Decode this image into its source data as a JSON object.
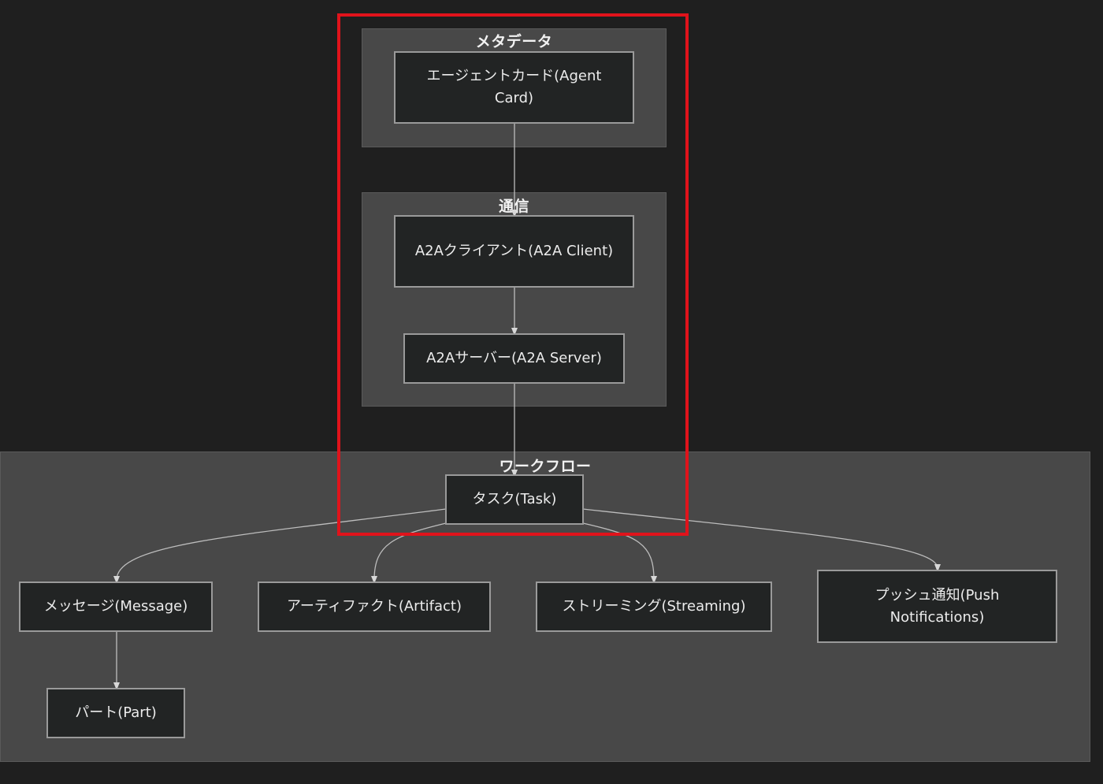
{
  "clusters": {
    "metadata": {
      "title": "メタデータ"
    },
    "communication": {
      "title": "通信"
    },
    "workflow": {
      "title": "ワークフロー"
    }
  },
  "nodes": {
    "agent_card": "エージェントカード(Agent Card)",
    "a2a_client": "A2Aクライアント(A2A Client)",
    "a2a_server": "A2Aサーバー(A2A Server)",
    "task": "タスク(Task)",
    "message": "メッセージ(Message)",
    "artifact": "アーティファクト(Artifact)",
    "streaming": "ストリーミング(Streaming)",
    "push_notifications": "プッシュ通知(Push Notifications)",
    "part": "パート(Part)"
  },
  "colors": {
    "background": "#1f1f1f",
    "cluster_fill": "#484848",
    "node_fill": "#222424",
    "node_border": "#9a9a9a",
    "edge": "#cfcfcf",
    "highlight": "#e0131b"
  }
}
